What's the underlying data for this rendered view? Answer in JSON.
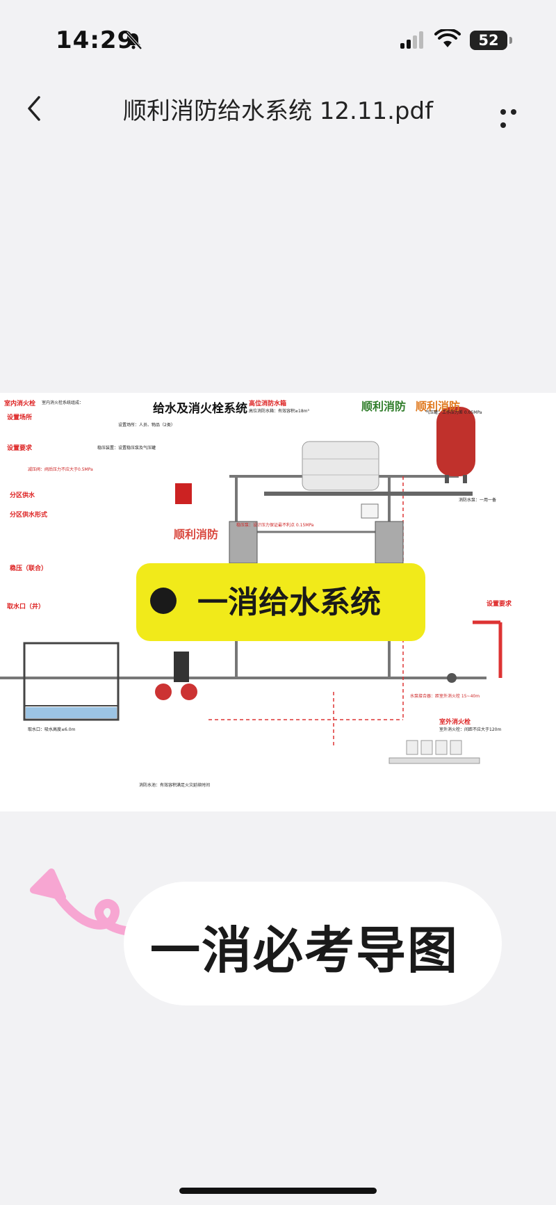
{
  "status_bar": {
    "time": "14:29",
    "battery": "52",
    "icons": [
      "bell-muted-icon",
      "signal-icon",
      "wifi-icon",
      "battery-icon"
    ]
  },
  "nav": {
    "title": "顺利消防给水系统 12.11.pdf",
    "icons": [
      "back-chevron-icon",
      "more-icon"
    ]
  },
  "document": {
    "title": "给水及消火栓系统",
    "brand_green": "顺利消防",
    "brand_orange": "顺利消防",
    "brand_red": "顺利消防",
    "section_labels": [
      "室内消火栓",
      "设置场所",
      "设置要求",
      "分区供水",
      "分区供水形式",
      "稳压（联合）",
      "取水口（井）",
      "高位消防水箱",
      "室外消火栓",
      "设置要求"
    ],
    "notes": [
      "室内消火栓系统组成：",
      "设置场所：人员、物品（2类）",
      "稳压装置：设置稳压泵及气压罐",
      "高位消防水箱：有效容积≥18m³",
      "气压罐：工作压力差 0.05MPa",
      "消防水泵：一用一备",
      "取水口：吸水高度≤6.0m",
      "室外消火栓：间距不应大于120m",
      "消防水池：有效容积满足火灾延续时间"
    ],
    "red_notes": [
      "减压阀：阀后压力不应大于0.5MPa",
      "稳压泵：设计压力保证最不利点 0.15MPa",
      "水泵接合器：距室外消火栓 15~40m"
    ]
  },
  "overlay_banner": {
    "text": "一消给水系统"
  },
  "caption": {
    "text": "一消必考导图"
  },
  "colors": {
    "banner": "#f1ea1a",
    "accent_red": "#d22222",
    "pink_arrow": "#f7a6d2"
  }
}
